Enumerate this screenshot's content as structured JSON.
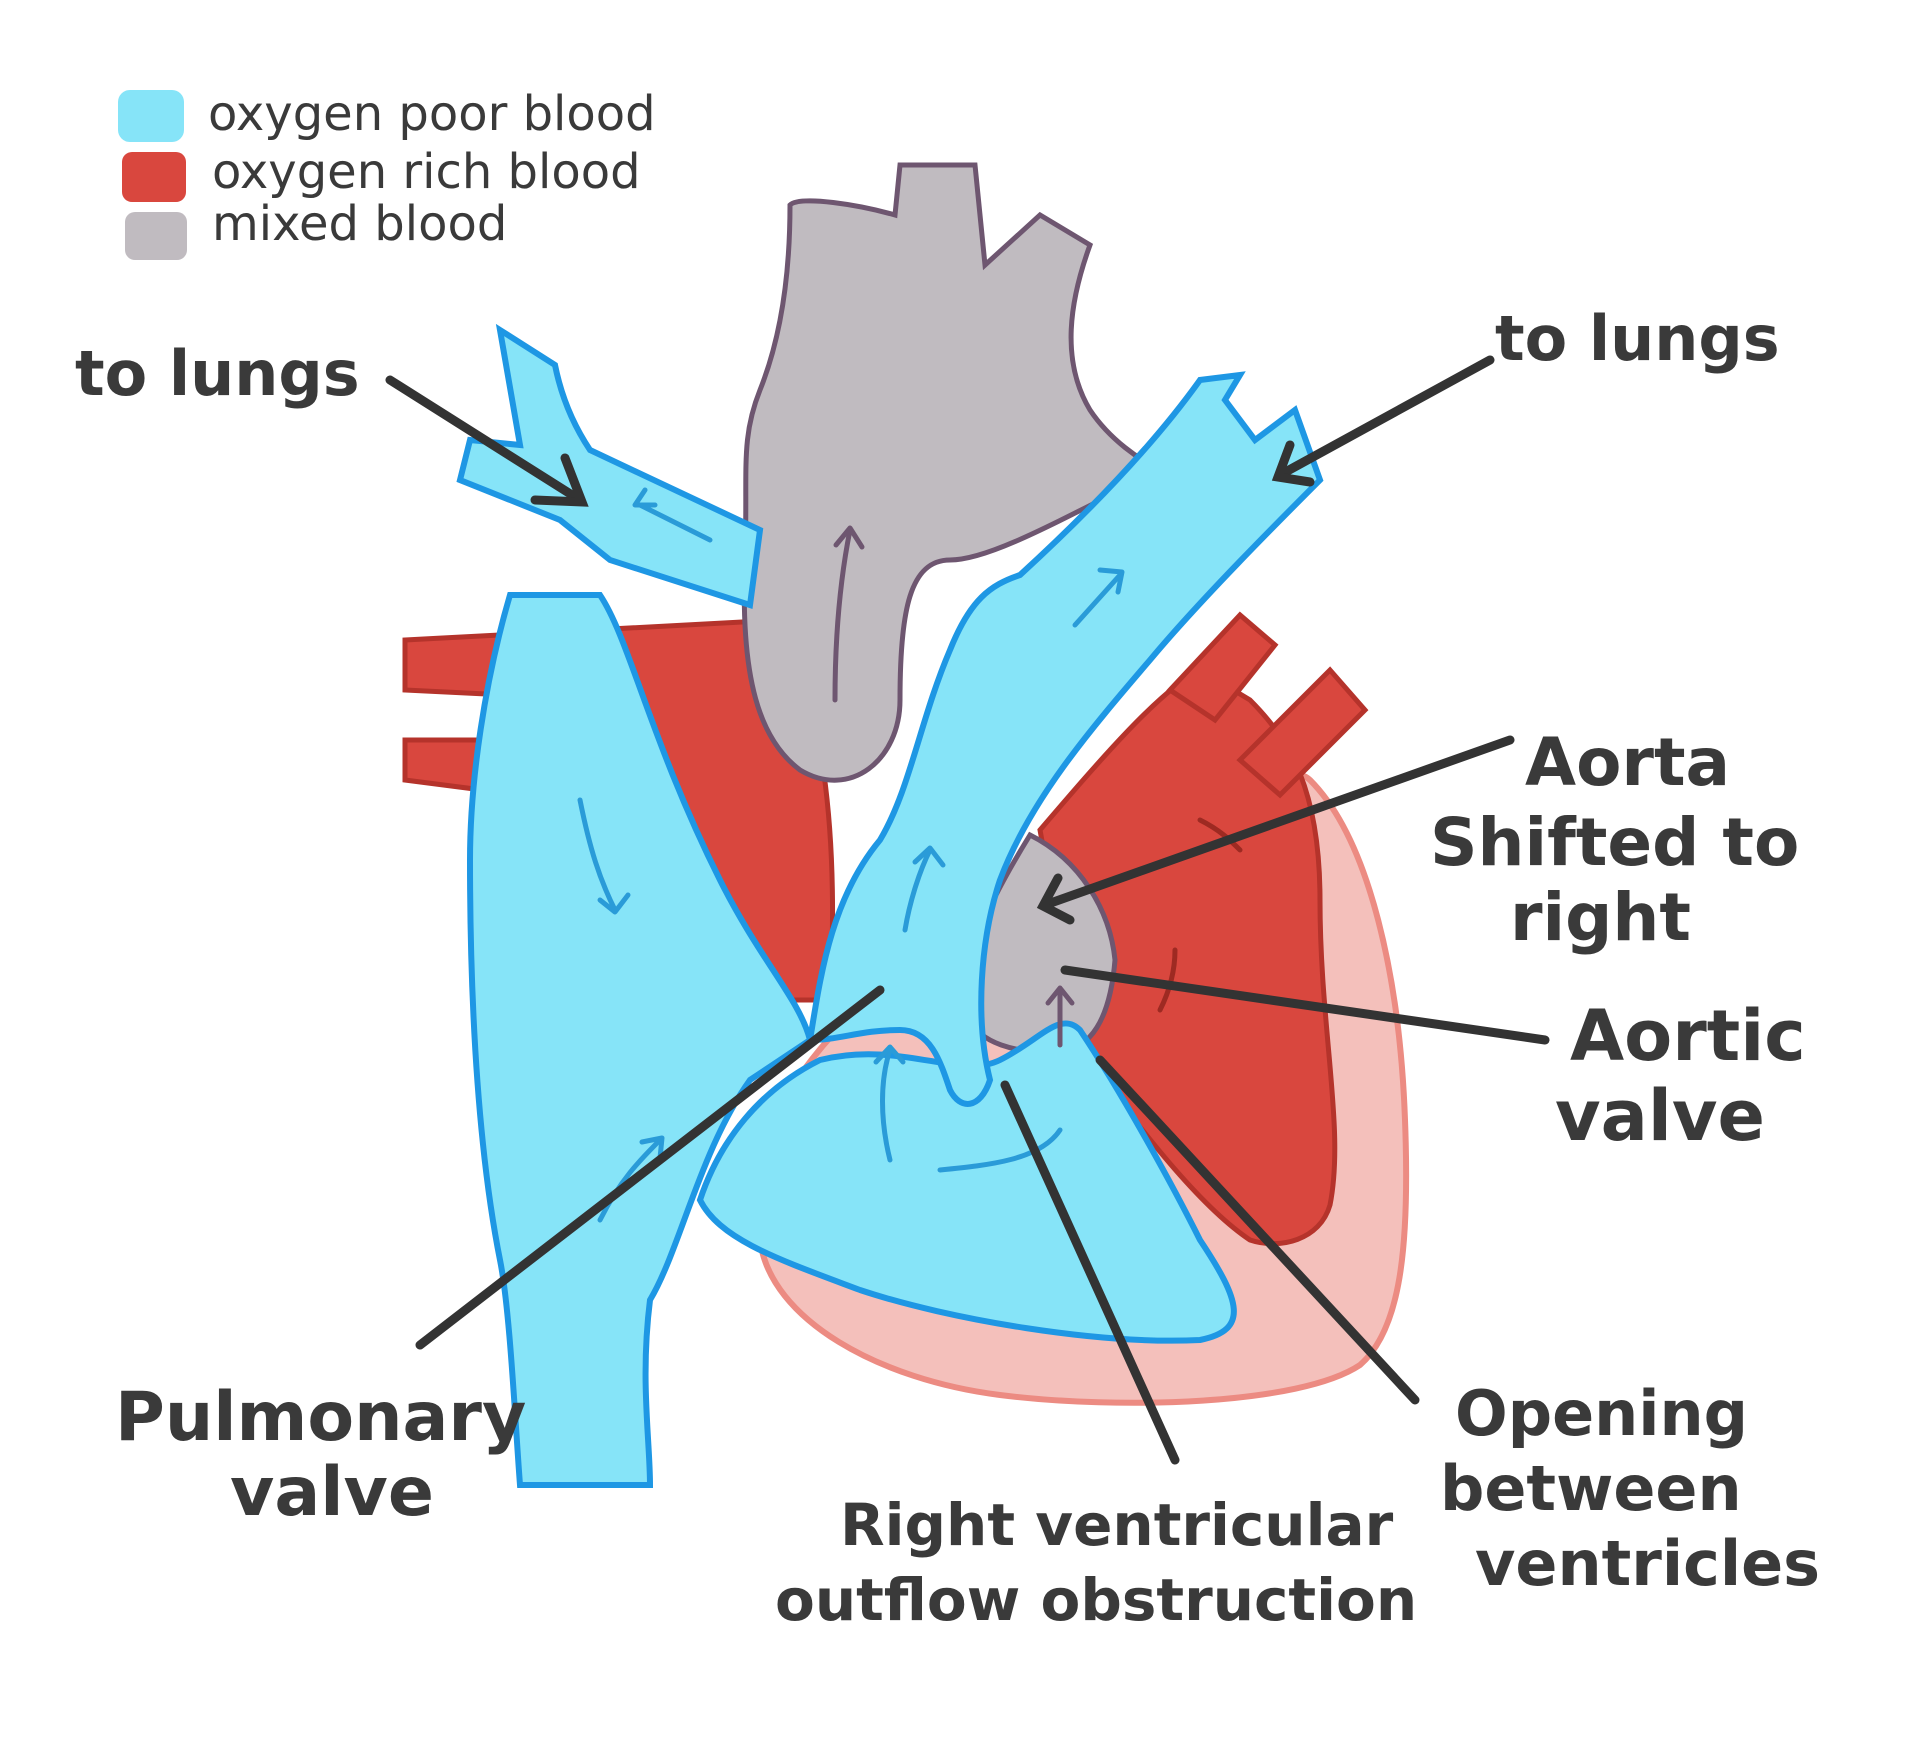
{
  "colors": {
    "oxygen_poor": "#86e4f8",
    "oxygen_poor_outline": "#1e97e4",
    "oxygen_rich": "#d9473e",
    "oxygen_rich_outline": "#b5332b",
    "mixed": "#c0bbc0",
    "mixed_outline": "#6e5670",
    "heart_wall": "#f4c0bb",
    "heart_wall_outline": "#ec8b82",
    "text": "#3a3a3a"
  },
  "legend": {
    "items": [
      {
        "label": "oxygen poor blood",
        "color": "#86e4f8"
      },
      {
        "label": "oxygen rich  blood",
        "color": "#d9473e"
      },
      {
        "label": "mixed blood",
        "color": "#c0bbc0"
      }
    ]
  },
  "labels": {
    "to_lungs_left": "to lungs",
    "to_lungs_right": "to lungs",
    "aorta_line1": "Aorta",
    "aorta_line2": "Shifted to",
    "aorta_line3": "right",
    "aortic_valve_line1": "Aortic",
    "aortic_valve_line2": "valve",
    "opening_line1": "Opening",
    "opening_line2": "between",
    "opening_line3": "ventricles",
    "rvoo_line1": "Right ventricular",
    "rvoo_line2": "outflow obstruction",
    "pulmonary_line1": "Pulmonary",
    "pulmonary_line2": "valve"
  }
}
